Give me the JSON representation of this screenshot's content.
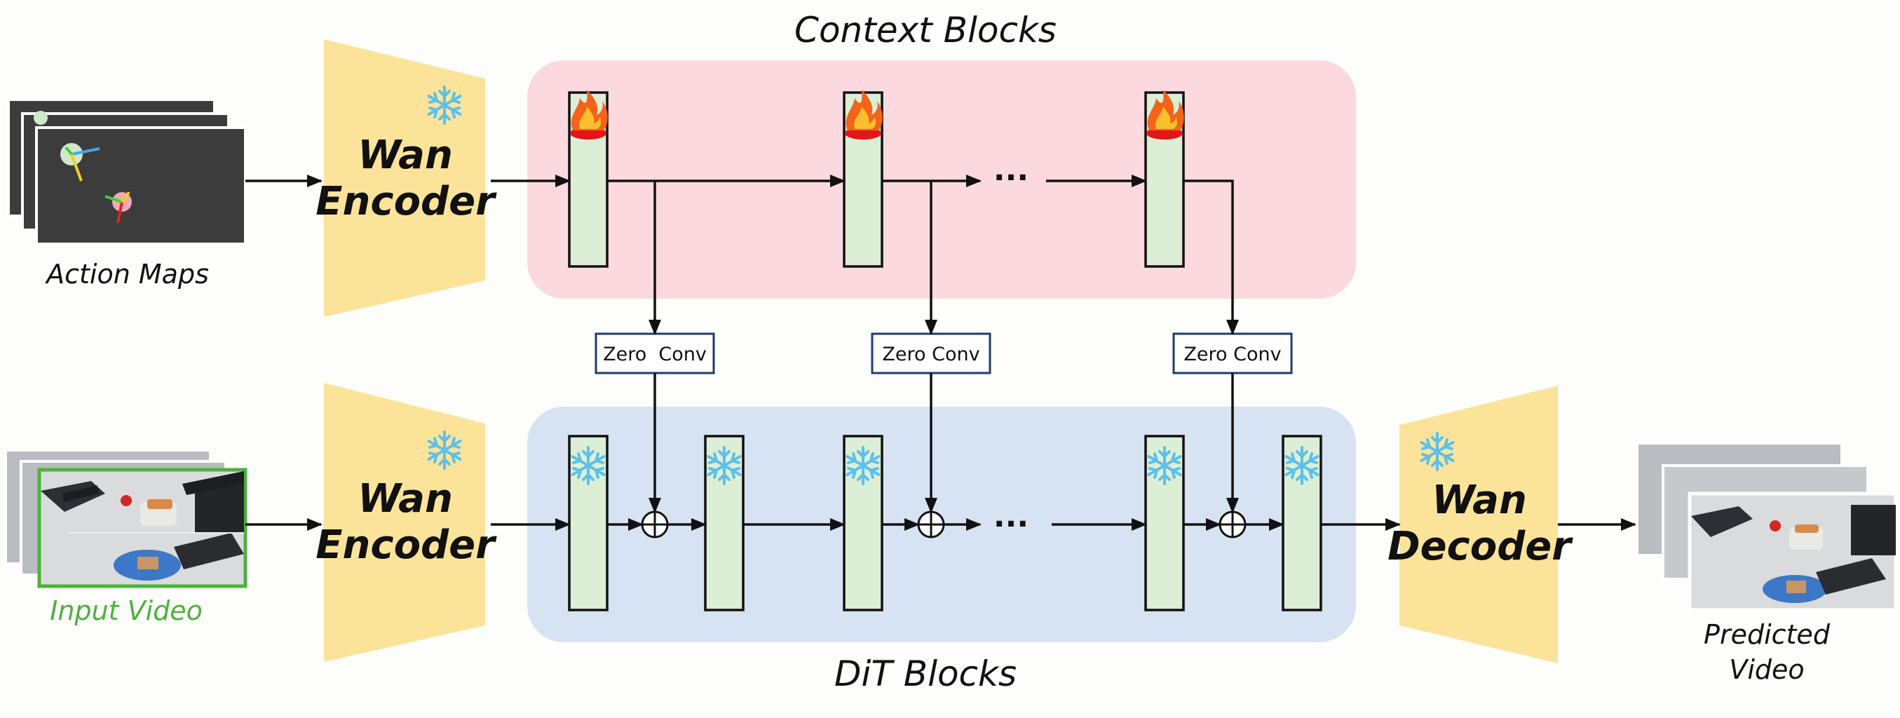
{
  "diagram": {
    "context_title": "Context Blocks",
    "dit_title": "DiT Blocks",
    "encoder_top": [
      "Wan",
      "Encoder"
    ],
    "encoder_bottom": [
      "Wan",
      "Encoder"
    ],
    "decoder": [
      "Wan",
      "Decoder"
    ],
    "zero_conv": [
      "Zero  Conv",
      "Zero Conv",
      "Zero Conv"
    ],
    "ellipsis": "···",
    "inputs": {
      "action_maps": "Action Maps",
      "input_video": "Input Video"
    },
    "output": [
      "Predicted",
      "Video"
    ],
    "icons": {
      "trainable": "flame-icon",
      "frozen": "snowflake-icon"
    },
    "colors": {
      "context_panel": "#fcd9df",
      "dit_panel": "#d7e3f3",
      "wan_module": "#fbe49a",
      "block_fill": "#dcefd6",
      "input_video_border": "#4cb33a",
      "frozen_icon": "#5cc0ec",
      "flame": "#f04a10"
    }
  }
}
